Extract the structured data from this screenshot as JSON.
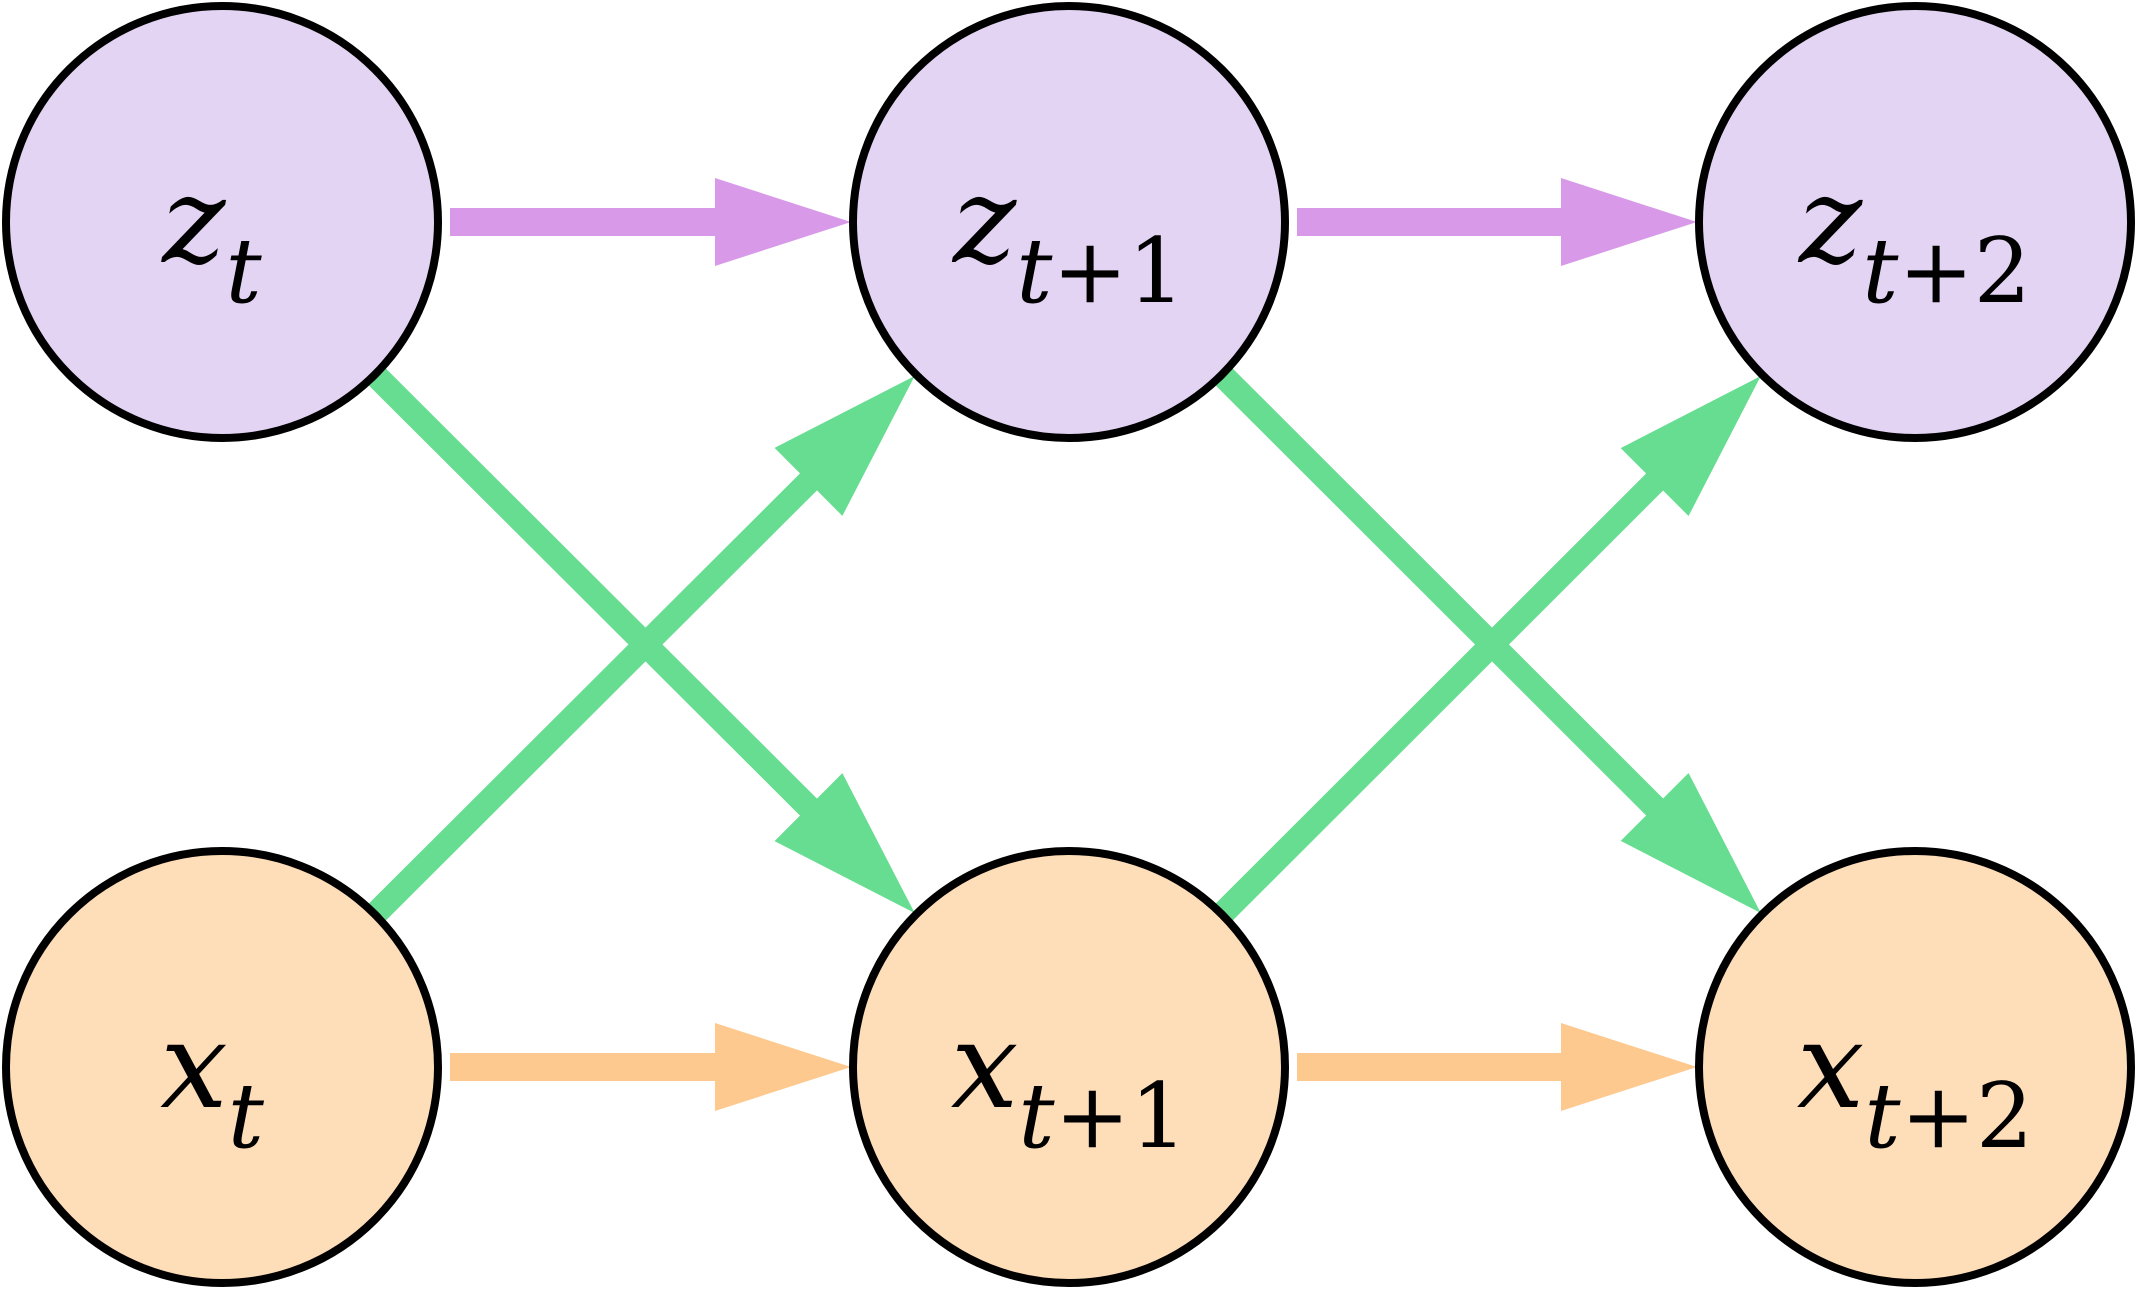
{
  "title": "Dynamical latent variable model",
  "colors": {
    "latent_fill": "#E4D4F4",
    "latent_arrow": "#D89AE8",
    "observed_fill": "#FEDDB9",
    "observed_arrow": "#FDC98F",
    "cross_arrow": "#66DD90",
    "stroke": "#000000"
  },
  "nodes": [
    {
      "id": "z_t",
      "row": "latent",
      "col": 0,
      "base": "z",
      "sub": "t",
      "subnum": ""
    },
    {
      "id": "z_t1",
      "row": "latent",
      "col": 1,
      "base": "z",
      "sub": "t",
      "subnum": "+1"
    },
    {
      "id": "z_t2",
      "row": "latent",
      "col": 2,
      "base": "z",
      "sub": "t",
      "subnum": "+2"
    },
    {
      "id": "x_t",
      "row": "observed",
      "col": 0,
      "base": "x",
      "sub": "t",
      "subnum": ""
    },
    {
      "id": "x_t1",
      "row": "observed",
      "col": 1,
      "base": "x",
      "sub": "t",
      "subnum": "+1"
    },
    {
      "id": "x_t2",
      "row": "observed",
      "col": 2,
      "base": "x",
      "sub": "t",
      "subnum": "+2"
    }
  ],
  "edges": [
    {
      "from": "z_t",
      "to": "z_t1",
      "kind": "latent"
    },
    {
      "from": "z_t1",
      "to": "z_t2",
      "kind": "latent"
    },
    {
      "from": "x_t",
      "to": "x_t1",
      "kind": "observed"
    },
    {
      "from": "x_t1",
      "to": "x_t2",
      "kind": "observed"
    },
    {
      "from": "z_t",
      "to": "x_t1",
      "kind": "cross"
    },
    {
      "from": "x_t",
      "to": "z_t1",
      "kind": "cross"
    },
    {
      "from": "z_t1",
      "to": "x_t2",
      "kind": "cross"
    },
    {
      "from": "x_t1",
      "to": "z_t2",
      "kind": "cross"
    }
  ]
}
